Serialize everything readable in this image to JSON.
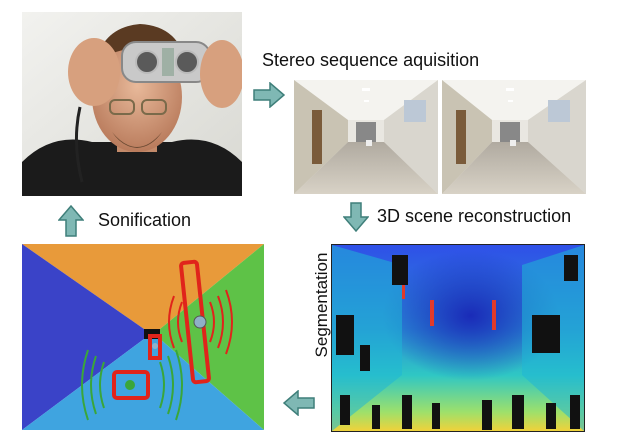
{
  "labels": {
    "stereo": "Stereo sequence aquisition",
    "reconstruction": "3D scene reconstruction",
    "segmentation": "Segmentation",
    "sonification": "Sonification"
  },
  "colors": {
    "arrow_fill": "#7fb8b4",
    "arrow_stroke": "#3f7f7a",
    "sound_waves": "#3aa63a",
    "segment_outline": "#e0241b"
  },
  "icons": {
    "arrow_right": "teal-arrow-right-icon",
    "arrow_down": "teal-arrow-down-icon",
    "arrow_left": "teal-arrow-left-icon",
    "arrow_up": "teal-arrow-up-icon"
  }
}
